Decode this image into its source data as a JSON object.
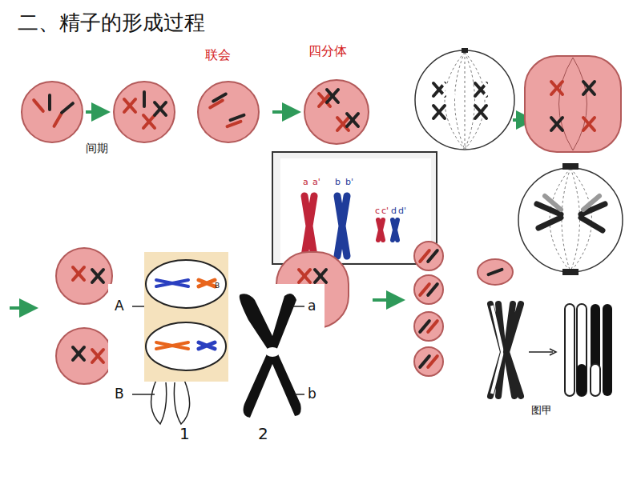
{
  "diagram": {
    "title": "二、精子的形成过程",
    "labels": [
      "联会",
      "四分体",
      "间期",
      "a",
      "a'",
      "b",
      "b'",
      "c",
      "c'",
      "d",
      "d'",
      "B",
      "A",
      "B",
      "a",
      "b",
      "1",
      "2",
      "图甲"
    ]
  }
}
